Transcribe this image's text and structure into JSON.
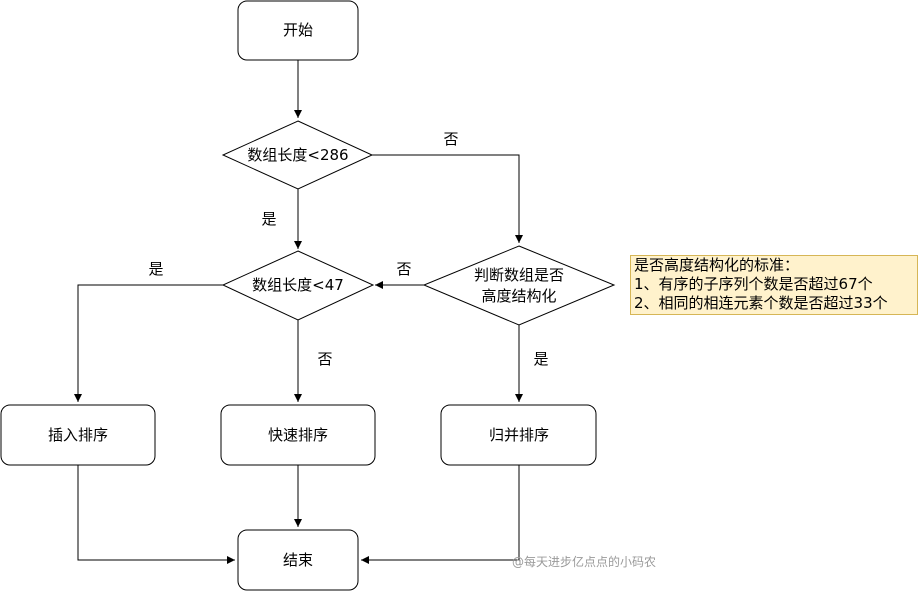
{
  "nodes": {
    "start": "开始",
    "check_286": "数组长度<286",
    "check_47": "数组长度<47",
    "check_structured_line1": "判断数组是否",
    "check_structured_line2": "高度结构化",
    "insertion_sort": "插入排序",
    "quick_sort": "快速排序",
    "merge_sort": "归并排序",
    "end": "结束"
  },
  "edge_labels": {
    "no_286": "否",
    "yes_286": "是",
    "yes_47": "是",
    "no_47": "否",
    "no_structured": "否",
    "yes_structured": "是"
  },
  "note": {
    "title": "是否高度结构化的标准：",
    "line1": "1、有序的子序列个数是否超过67个",
    "line2": "2、相同的相连元素个数是否超过33个"
  },
  "watermark": "@每天进步亿点点的小码农",
  "colors": {
    "stroke": "#000000",
    "node_fill": "#ffffff",
    "note_fill": "#fff2cc",
    "note_border": "#d6b656"
  }
}
